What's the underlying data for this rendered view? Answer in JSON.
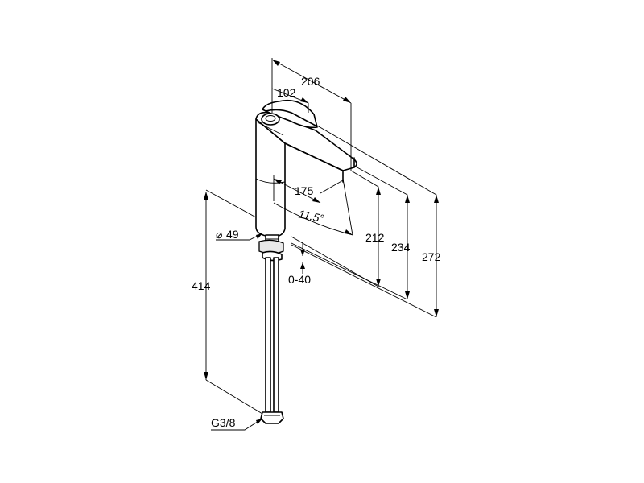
{
  "dimensions": {
    "width_total": "206",
    "handle_offset": "102",
    "spout_reach": "175",
    "angle": "11,5°",
    "diameter": "49",
    "diameter_symbol": "⌀",
    "height_outlet": "212",
    "height_mid": "234",
    "height_total": "272",
    "hose_length": "414",
    "mount_range": "0-40",
    "connection": "G3/8"
  }
}
